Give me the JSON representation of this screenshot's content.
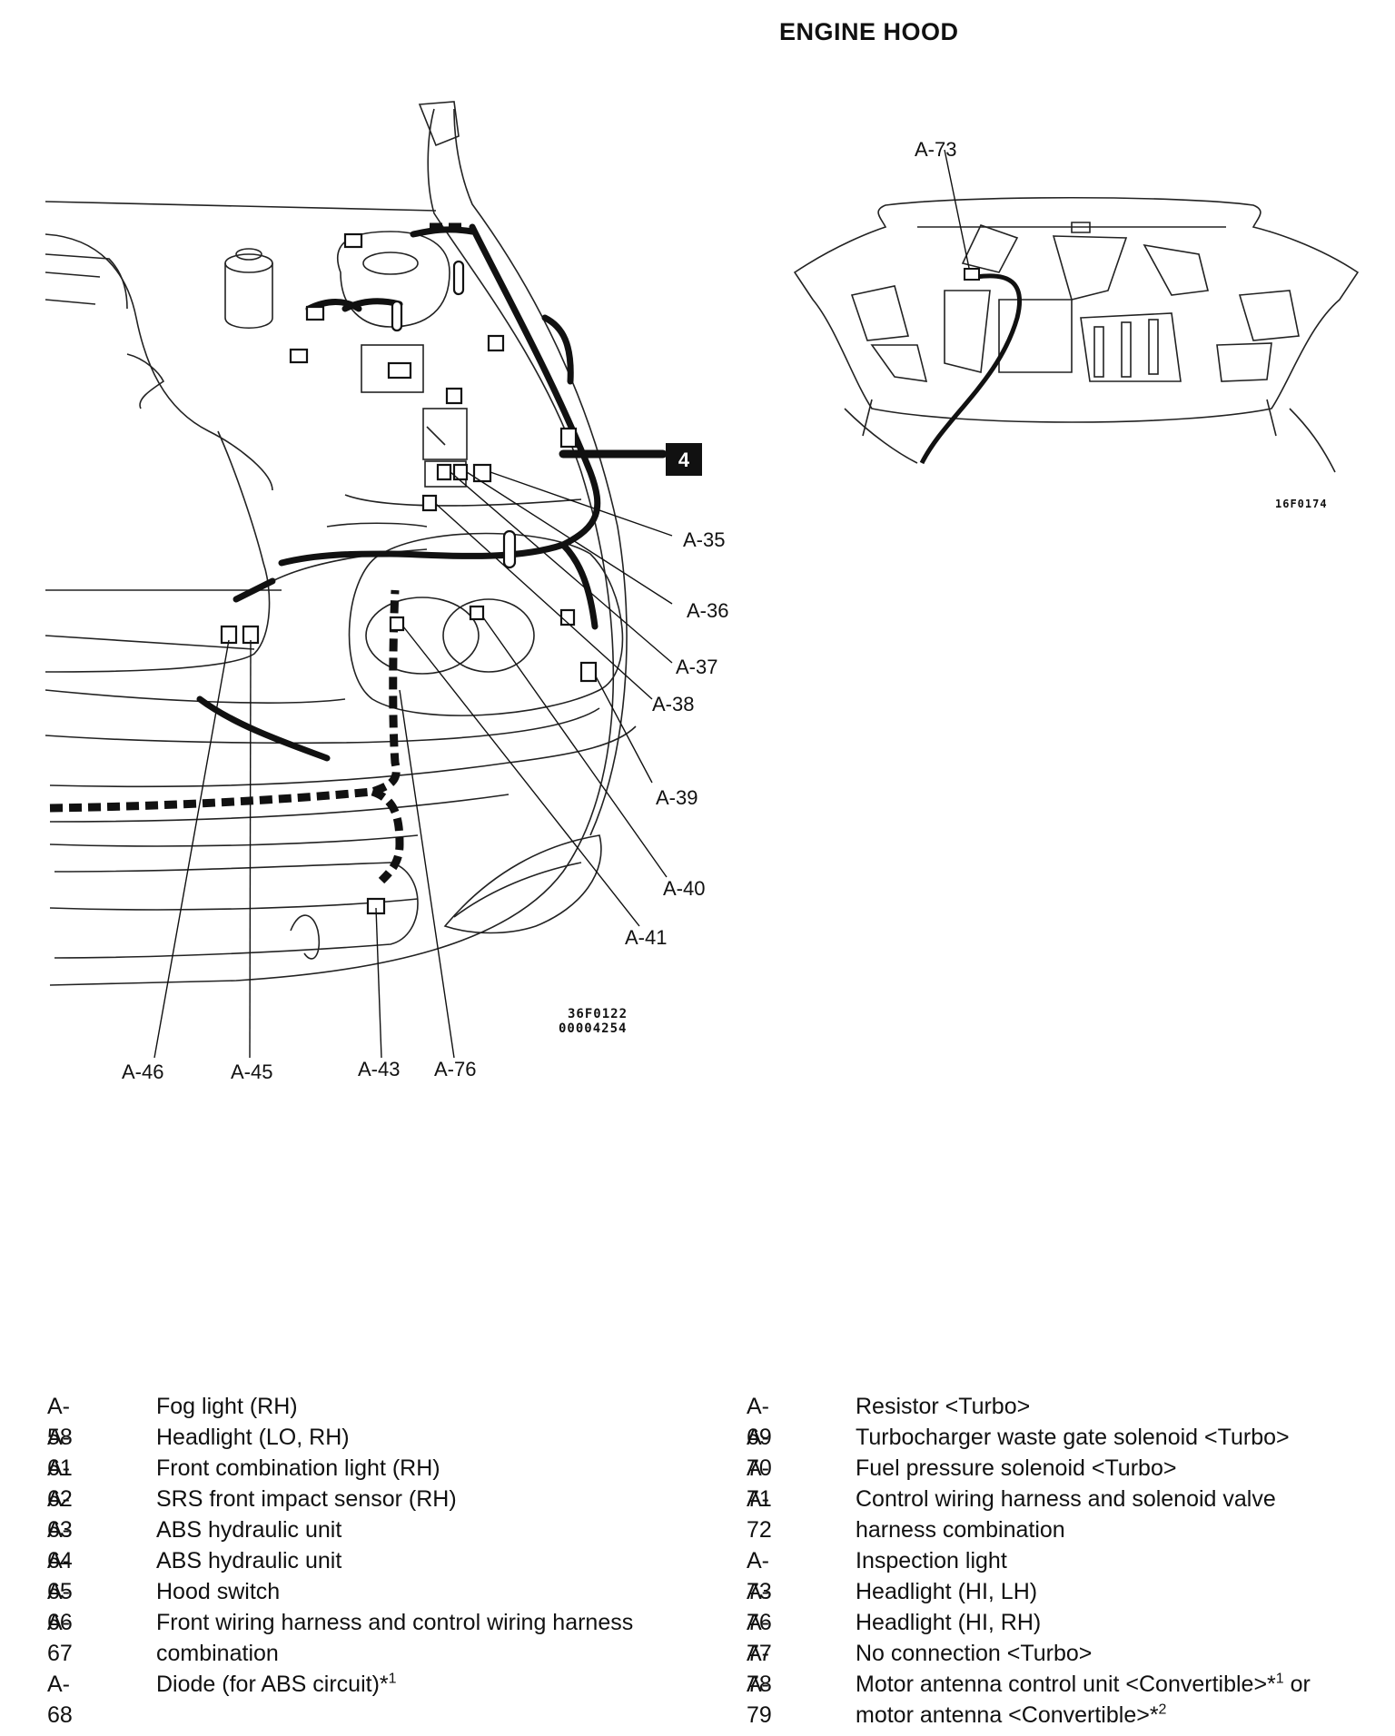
{
  "hood_title": "ENGINE HOOD",
  "badge_number": "4",
  "figure_code_main": [
    "36F0122",
    "00004254"
  ],
  "figure_code_hood": "16F0174",
  "callouts": {
    "a35": "A-35",
    "a36": "A-36",
    "a37": "A-37",
    "a38": "A-38",
    "a39": "A-39",
    "a40": "A-40",
    "a41": "A-41",
    "a43": "A-43",
    "a45": "A-45",
    "a46": "A-46",
    "a76": "A-76",
    "a73": "A-73"
  },
  "legend_left": [
    {
      "id": "A-58",
      "desc": "Fog light (RH)"
    },
    {
      "id": "A-61",
      "desc": "Headlight (LO, RH)"
    },
    {
      "id": "A-62",
      "desc": "Front combination light (RH)"
    },
    {
      "id": "A-63",
      "desc": "SRS front impact sensor (RH)"
    },
    {
      "id": "A-64",
      "desc": "ABS hydraulic unit"
    },
    {
      "id": "A-65",
      "desc": "ABS hydraulic unit"
    },
    {
      "id": "A-66",
      "desc": "Hood switch"
    },
    {
      "id": "A-67",
      "desc": "Front wiring harness and control wiring harness",
      "desc2": "combination"
    },
    {
      "id": "A-68",
      "desc": "Diode (for ABS circuit)*",
      "sup": "1"
    }
  ],
  "legend_right": [
    {
      "id": "A-69",
      "desc": "Resistor <Turbo>"
    },
    {
      "id": "A-70",
      "desc": "Turbocharger waste gate solenoid <Turbo>"
    },
    {
      "id": "A-71",
      "desc": "Fuel pressure solenoid <Turbo>"
    },
    {
      "id": "A-72",
      "desc": "Control wiring harness and solenoid valve",
      "desc2": "harness combination"
    },
    {
      "id": "A-73",
      "desc": "Inspection light"
    },
    {
      "id": "A-76",
      "desc": "Headlight (HI, LH)"
    },
    {
      "id": "A-77",
      "desc": "Headlight (HI, RH)"
    },
    {
      "id": "A-78",
      "desc": "No connection <Turbo>"
    },
    {
      "id": "A-79",
      "desc": "Motor antenna control unit <Convertible>*",
      "sup": "1",
      "desc_tail": " or",
      "desc2": "motor  antenna <Convertible>*",
      "sup2": "2"
    }
  ]
}
